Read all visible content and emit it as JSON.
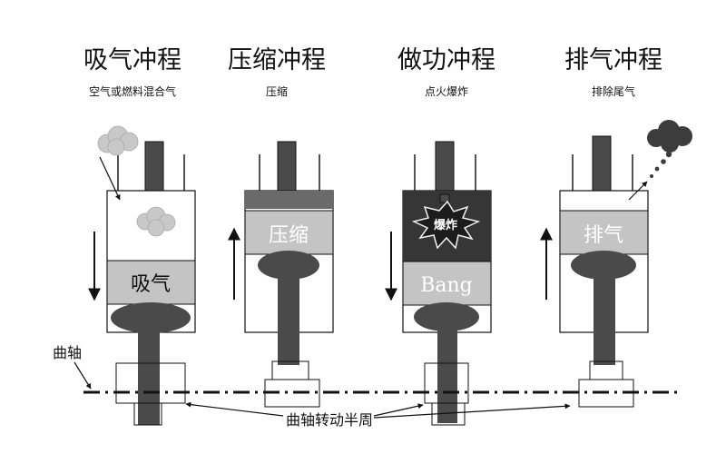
{
  "strokes": [
    {
      "title": "吸气冲程",
      "subtitle": "空气或燃料混合气",
      "piston_label": "吸气"
    },
    {
      "title": "压缩冲程",
      "subtitle": "压缩",
      "piston_label": "压缩"
    },
    {
      "title": "做功冲程",
      "subtitle": "点火爆炸",
      "piston_label": "Bang",
      "burst_label": "爆炸"
    },
    {
      "title": "排气冲程",
      "subtitle": "排除尾气",
      "piston_label": "排气"
    }
  ],
  "crankshaft_label": "曲轴",
  "half_turn_label": "曲轴转动半周",
  "colors": {
    "dark": "#4a4a4a",
    "piston": "#c4c4c4",
    "combustion": "#363636",
    "smoke": "#c8c8c8",
    "exhaust_smoke": "#3c3c3c"
  }
}
